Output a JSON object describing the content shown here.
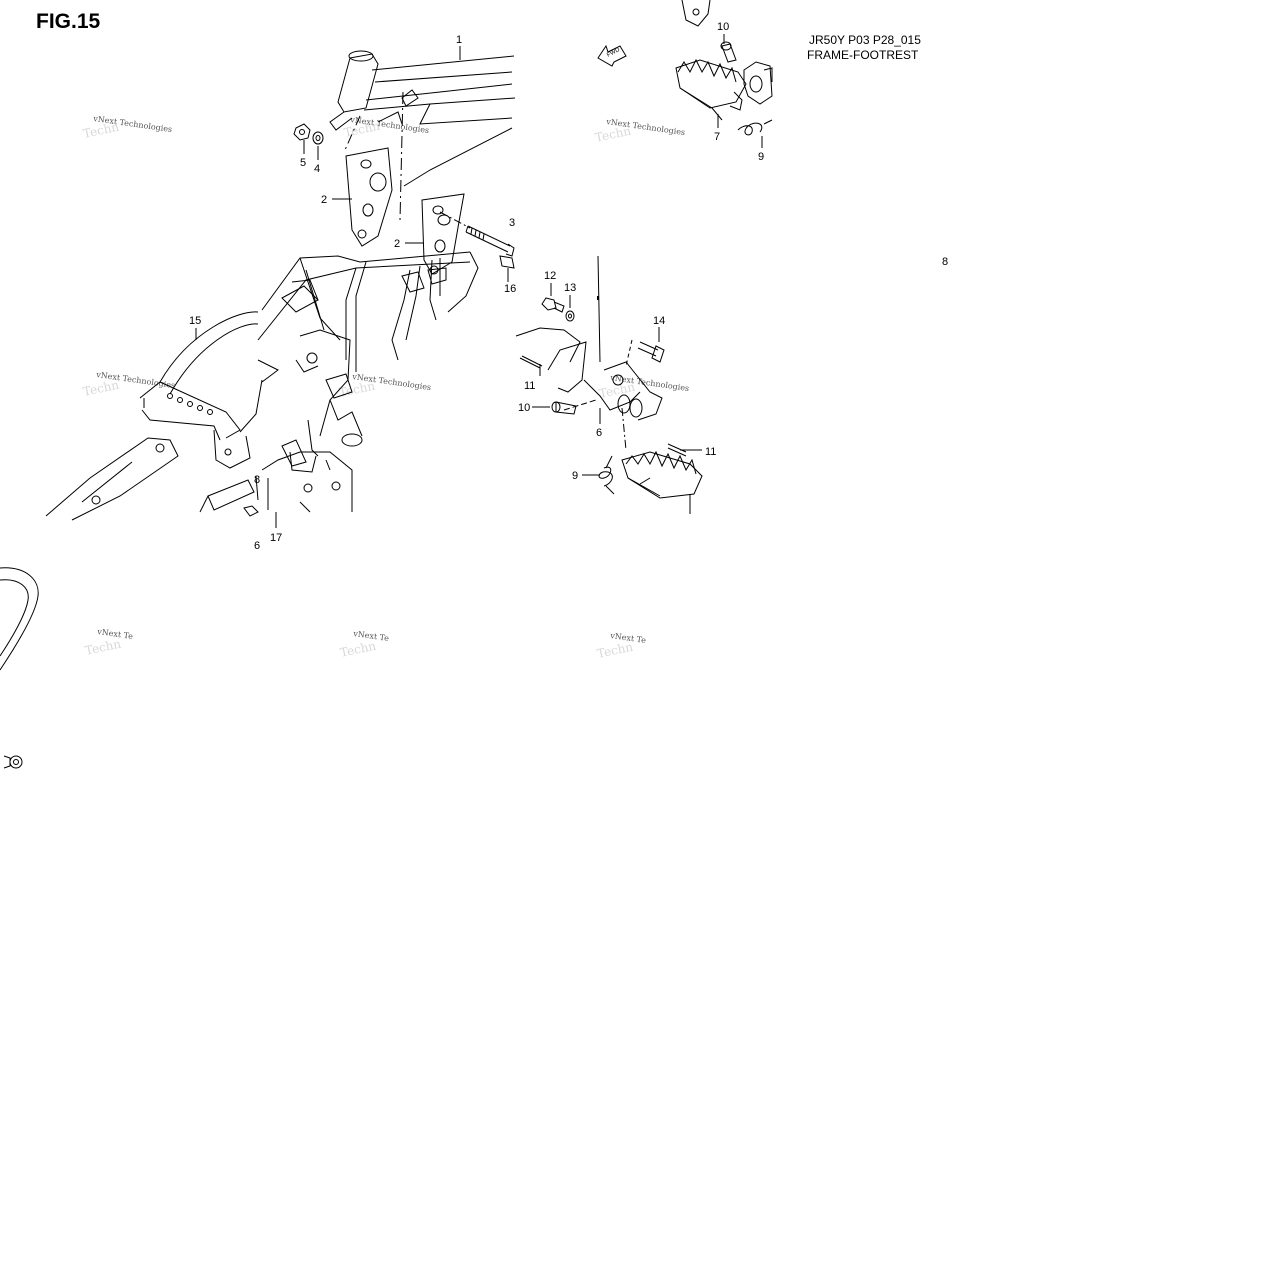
{
  "figure": {
    "title": "FIG.15",
    "code": "JR50Y P03 P28_015",
    "subtitle": "FRAME-FOOTREST"
  },
  "watermark": {
    "text": "vNext Technologies",
    "text_short": "vNext Te",
    "ghost_text": "Techn"
  },
  "arrow": {
    "label": "FWD",
    "icon": "forward-arrow-icon"
  },
  "callouts": {
    "c1": "1",
    "c2a": "2",
    "c2b": "2",
    "c3": "3",
    "c4": "4",
    "c5": "5",
    "c6": "6",
    "c7": "7",
    "c8": "8",
    "c9a": "9",
    "c9b": "9",
    "c10a": "10",
    "c10b": "10",
    "c11a": "11",
    "c11b": "11",
    "c12": "12",
    "c13": "13",
    "c14": "14",
    "c15": "15",
    "c16a": "16",
    "c16b": "6",
    "c17": "17",
    "c18": "8"
  }
}
